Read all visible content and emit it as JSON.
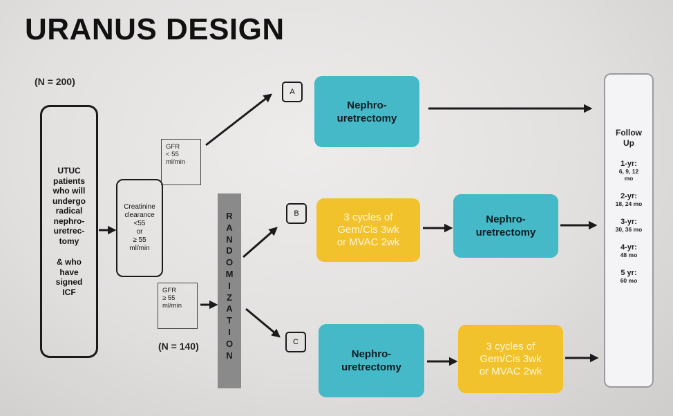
{
  "title": "URANUS DESIGN",
  "n_total": "(N = 200)",
  "n_randomized": "(N = 140)",
  "patients": [
    "UTUC",
    "patients",
    "who will",
    "undergo",
    "radical",
    "nephro-",
    "uretrec-",
    "tomy",
    "",
    "& who",
    "have",
    "signed",
    "ICF"
  ],
  "creatinine": [
    "Creatinine",
    "clearance",
    "<55",
    "or",
    "≥ 55",
    "ml/min"
  ],
  "gfr_low": [
    "GFR",
    "< 55",
    "ml/min"
  ],
  "gfr_high": [
    "GFR",
    "≥ 55",
    "ml/min"
  ],
  "randomization": [
    "R",
    "A",
    "N",
    "D",
    "O",
    "M",
    "I",
    "Z",
    "A",
    "T",
    "I",
    "O",
    "N"
  ],
  "arms": {
    "a": {
      "label": "A",
      "box1": [
        "Nephro-",
        "uretrectomy"
      ]
    },
    "b": {
      "label": "B",
      "box1": [
        "3 cycles of",
        "Gem/Cis  3wk",
        "or MVAC  2wk"
      ],
      "box2": [
        "Nephro-",
        "uretrectomy"
      ]
    },
    "c": {
      "label": "C",
      "box1": [
        "Nephro-",
        "uretrectomy"
      ],
      "box2": [
        "3 cycles of",
        "Gem/Cis  3wk",
        "or MVAC  2wk"
      ]
    }
  },
  "follow_up": {
    "title": [
      "Follow",
      "Up"
    ],
    "items": [
      {
        "yr": "1-yr:",
        "mo": [
          "6, 9, 12",
          "mo"
        ]
      },
      {
        "yr": "2-yr:",
        "mo": [
          "18, 24 mo"
        ]
      },
      {
        "yr": "3-yr:",
        "mo": [
          "30, 36 mo"
        ]
      },
      {
        "yr": "4-yr:",
        "mo": [
          "48 mo"
        ]
      },
      {
        "yr": "5 yr:",
        "mo": [
          "60 mo"
        ]
      }
    ]
  },
  "colors": {
    "teal": "#46b9c9",
    "yellow": "#f2c22c",
    "randomization_bar": "#8a8a8a"
  }
}
